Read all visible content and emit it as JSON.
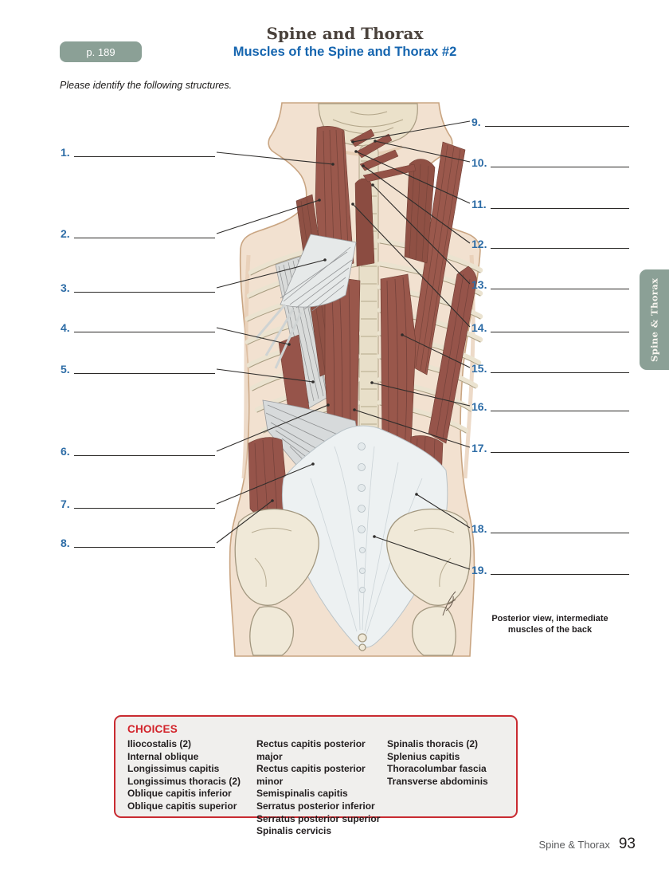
{
  "page": {
    "badge": "p. 189",
    "title": "Spine and Thorax",
    "subtitle": "Muscles of the Spine and Thorax #2",
    "instruction": "Please identify the following structures.",
    "side_tab": "Spine & Thorax"
  },
  "blanks": {
    "left": [
      "1.",
      "2.",
      "3.",
      "4.",
      "5.",
      "6.",
      "7.",
      "8."
    ],
    "right": [
      "9.",
      "10.",
      "11.",
      "12.",
      "13.",
      "14.",
      "15.",
      "16.",
      "17.",
      "18.",
      "19."
    ]
  },
  "illustration": {
    "caption_line1": "Posterior view, intermediate",
    "caption_line2": "muscles of the back"
  },
  "choices": {
    "heading": "CHOICES",
    "columns": [
      {
        "items": [
          "Iliocostalis (2)",
          "Internal oblique",
          "Longissimus capitis",
          "Longissimus thoracis (2)",
          "Oblique capitis inferior",
          "Oblique capitis superior"
        ]
      },
      {
        "items": [
          "Rectus capitis posterior major",
          "Rectus capitis posterior minor",
          "Semispinalis capitis",
          "Serratus posterior inferior",
          "Serratus posterior superior",
          "Spinalis cervicis"
        ]
      },
      {
        "items": [
          "Spinalis thoracis (2)",
          "Splenius capitis",
          "Thoracolumbar fascia",
          "Transverse abdominis"
        ]
      }
    ]
  },
  "footer": {
    "section": "Spine & Thorax",
    "page_number": "93"
  },
  "colors": {
    "accent_blue": "#1565af",
    "number_blue": "#2d6ca6",
    "sage_green": "#8ba096",
    "choices_red": "#d2232a",
    "title_brown": "#4a423c",
    "muscle_maroon": "#9a584c",
    "skin": "#f2e1d0",
    "fascia": "#edf1f2"
  }
}
